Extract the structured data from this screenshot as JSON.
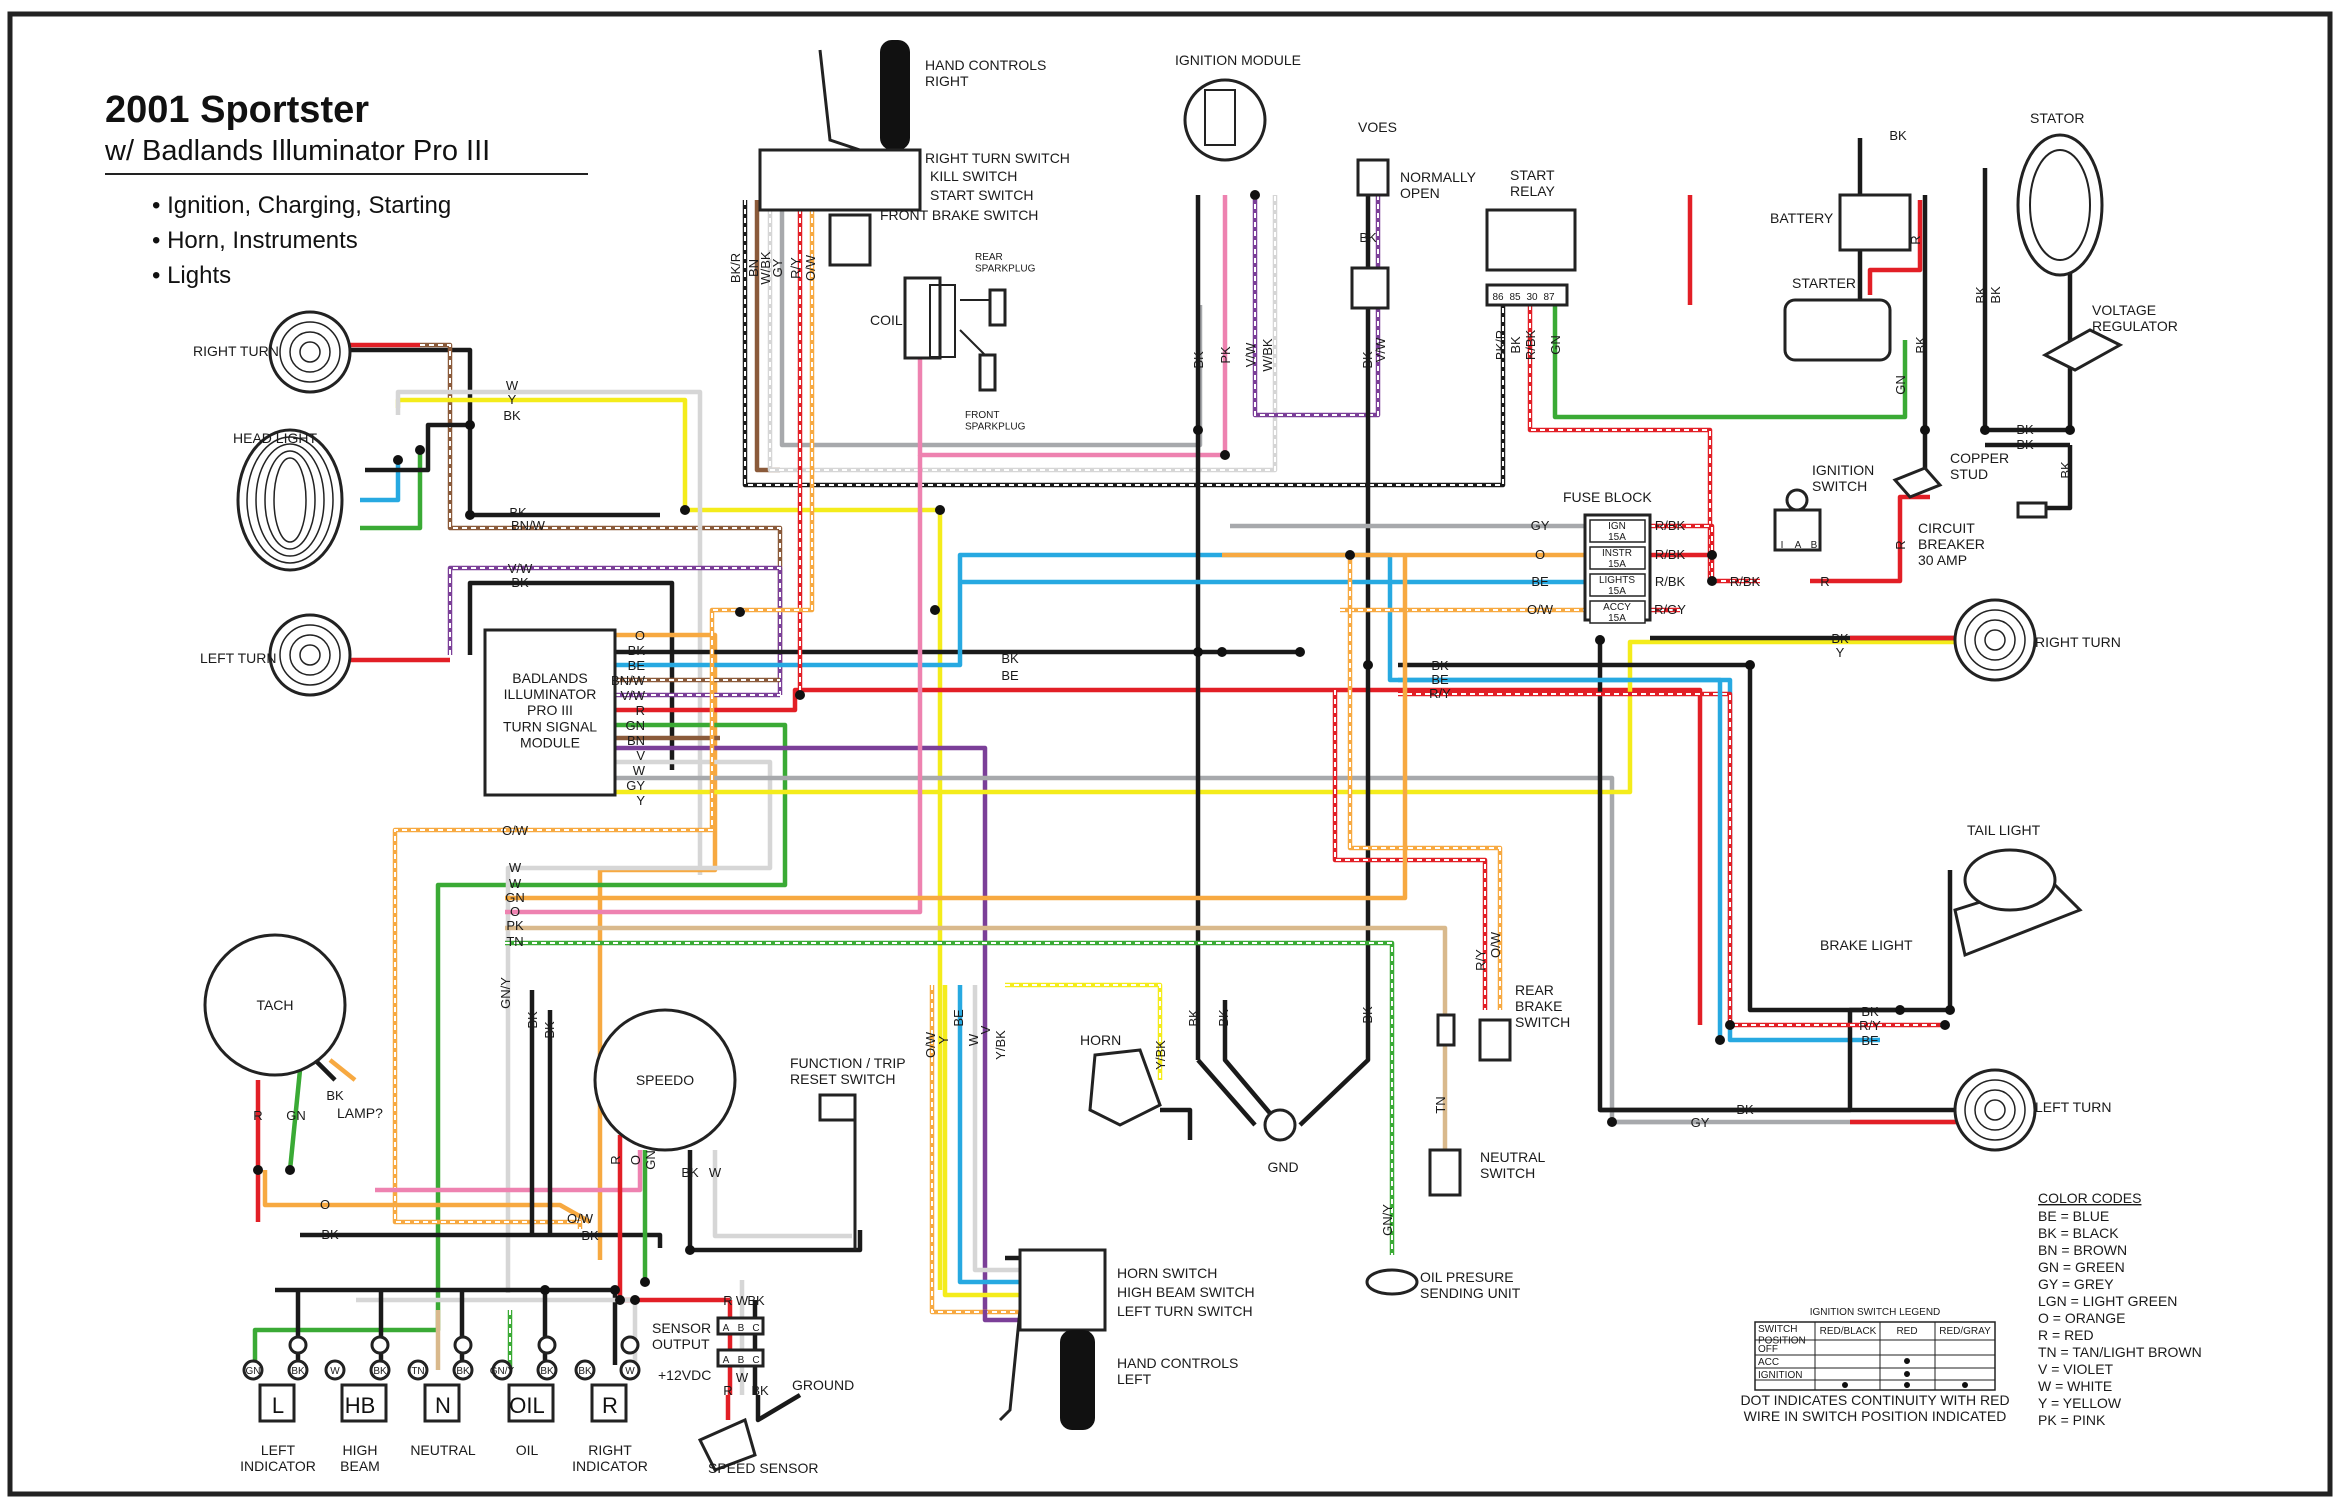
{
  "title": "2001 Sportster",
  "subtitle": "w/ Badlands Illuminator Pro III",
  "bullets": [
    "• Ignition, Charging, Starting",
    "• Horn, Instruments",
    "• Lights"
  ],
  "colors": {
    "BK": "#1a1a1a",
    "R": "#e21f26",
    "BE": "#27a9e1",
    "GN": "#3aaa35",
    "Y": "#f4ec1b",
    "O": "#f7a941",
    "GY": "#a7a9ac",
    "W": "#d6d6d6",
    "BN": "#8a5a3a",
    "V": "#7b3f98",
    "PK": "#ee82b0",
    "TN": "#d9b98c",
    "LGN": "#8fd37a"
  },
  "components": {
    "hand_controls_right": "HAND CONTROLS\nRIGHT",
    "right_turn_switch": "RIGHT TURN SWITCH",
    "kill_switch": "KILL SWITCH",
    "start_switch": "START SWITCH",
    "front_brake_switch": "FRONT BRAKE SWITCH",
    "coil": "COIL",
    "rear_sparkplug": "REAR\nSPARKPLUG",
    "front_sparkplug": "FRONT\nSPARKPLUG",
    "ignition_module": "IGNITION MODULE",
    "voes": "VOES",
    "normally_open": "NORMALLY\nOPEN",
    "start_relay": "START\nRELAY",
    "relay_pins": [
      "86",
      "85",
      "30",
      "87"
    ],
    "battery": "BATTERY",
    "starter": "STARTER",
    "stator": "STATOR",
    "voltage_regulator": "VOLTAGE\nREGULATOR",
    "copper_stud": "COPPER\nSTUD",
    "circuit_breaker": "CIRCUIT\nBREAKER\n30 AMP",
    "ignition_switch": "IGNITION\nSWITCH",
    "ign_pins": [
      "I",
      "A",
      "B"
    ],
    "fuse_block": "FUSE BLOCK",
    "fuses": [
      {
        "name": "IGN",
        "rating": "15A"
      },
      {
        "name": "INSTR",
        "rating": "15A"
      },
      {
        "name": "LIGHTS",
        "rating": "15A"
      },
      {
        "name": "ACCY",
        "rating": "15A"
      }
    ],
    "right_turn_front": "RIGHT TURN",
    "head_light": "HEAD LIGHT",
    "left_turn_front": "LEFT TURN",
    "module": "BADLANDS\nILLUMINATOR\nPRO III\nTURN SIGNAL\nMODULE",
    "module_pins": [
      "O",
      "BK",
      "BE",
      "BN/W",
      "V/W",
      "R",
      "GN",
      "BN",
      "V",
      "W",
      "GY",
      "Y"
    ],
    "right_turn_rear": "RIGHT TURN",
    "tail_light": "TAIL LIGHT",
    "brake_light": "BRAKE LIGHT",
    "left_turn_rear": "LEFT TURN",
    "tach": "TACH",
    "lamp": "LAMP?",
    "speedo": "SPEEDO",
    "function_trip": "FUNCTION / TRIP\nRESET SWITCH",
    "horn": "HORN",
    "gnd": "GND",
    "rear_brake_switch": "REAR\nBRAKE\nSWITCH",
    "neutral_switch": "NEUTRAL\nSWITCH",
    "oil_pressure": "OIL PRESURE\nSENDING UNIT",
    "horn_switch": "HORN SWITCH",
    "high_beam_switch": "HIGH BEAM SWITCH",
    "left_turn_switch": "LEFT TURN SWITCH",
    "hand_controls_left": "HAND CONTROLS\nLEFT",
    "sensor_output": "SENSOR\nOUTPUT",
    "plus12vdc": "+12VDC",
    "ground": "GROUND",
    "speed_sensor": "SPEED SENSOR",
    "sensor_pins": [
      "A",
      "B",
      "C"
    ]
  },
  "indicators": [
    {
      "key": "L",
      "name": "LEFT\nINDICATOR"
    },
    {
      "key": "HB",
      "name": "HIGH\nBEAM"
    },
    {
      "key": "N",
      "name": "NEUTRAL"
    },
    {
      "key": "OIL",
      "name": "OIL"
    },
    {
      "key": "R",
      "name": "RIGHT\nINDICATOR"
    }
  ],
  "ind_terms": [
    "GN",
    "BK",
    "W",
    "BK",
    "TN",
    "BK",
    "GN/Y",
    "BK",
    "BK",
    "W"
  ],
  "wire_labels": {
    "w": "W",
    "y": "Y",
    "bk": "BK",
    "bnw": "BN/W",
    "vw": "V/W",
    "gy": "GY",
    "o": "O",
    "be": "BE",
    "r": "R",
    "gn": "GN",
    "bn": "BN",
    "v": "V",
    "ow": "O/W",
    "pk": "PK",
    "tn": "TN",
    "gny": "GN/Y",
    "ry": "R/Y",
    "rbk": "R/BK",
    "rgy": "R/GY",
    "bkr": "BK/R",
    "wbk": "W/BK",
    "ybk": "Y/BK"
  },
  "legend": {
    "title": "IGNITION SWITCH LEGEND",
    "headers": [
      "SWITCH\nPOSITION",
      "RED/BLACK",
      "RED",
      "RED/GRAY"
    ],
    "rows": [
      "OFF",
      "ACC",
      "IGNITION"
    ],
    "note": "DOT INDICATES CONTINUITY WITH RED\nWIRE IN SWITCH POSITION INDICATED"
  },
  "color_codes": {
    "title": "COLOR CODES",
    "items": [
      "BE = BLUE",
      "BK = BLACK",
      "BN = BROWN",
      "GN = GREEN",
      "GY = GREY",
      "LGN = LIGHT GREEN",
      "O = ORANGE",
      "R = RED",
      "TN = TAN/LIGHT BROWN",
      "V = VIOLET",
      "W = WHITE",
      "Y = YELLOW",
      "PK = PINK"
    ]
  }
}
